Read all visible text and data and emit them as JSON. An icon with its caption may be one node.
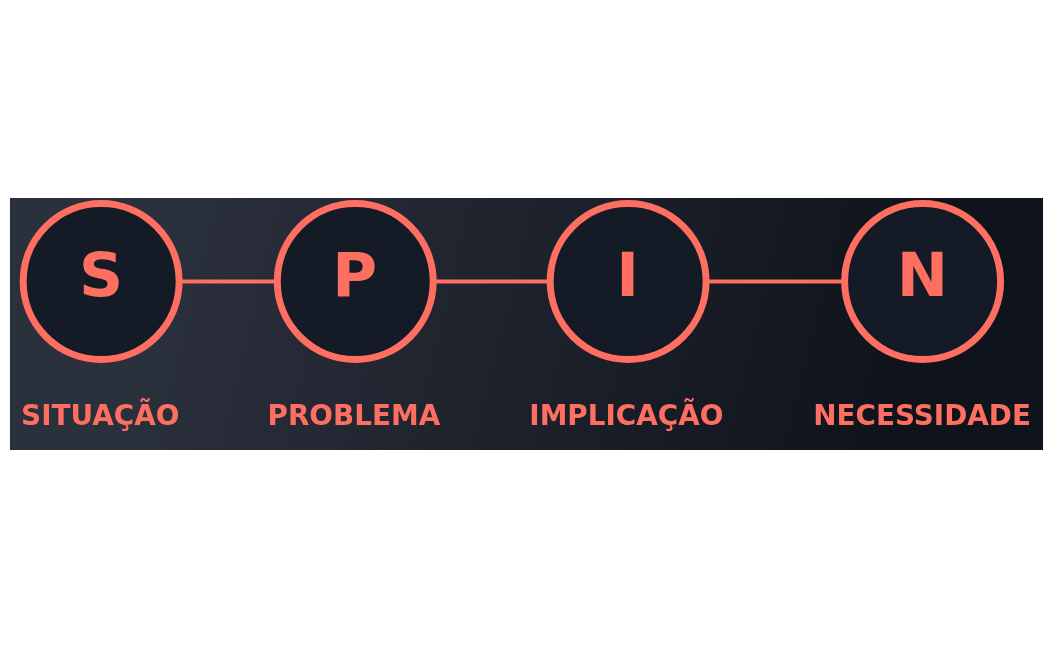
{
  "diagram": {
    "nodes": [
      {
        "text": [
          "S"
        ],
        "beside": [
          "SITUAÇÃO"
        ]
      },
      {
        "text": [
          "P"
        ],
        "beside": [
          "PROBLEMA"
        ]
      },
      {
        "text": [
          "I"
        ],
        "beside": [
          "IMPLICAÇÃO"
        ]
      },
      {
        "text": [
          "N"
        ],
        "beside": [
          "NECESSIDADE"
        ]
      }
    ],
    "edges": [
      {
        "from": 0,
        "to": 1,
        "arrow": "none"
      },
      {
        "from": 1,
        "to": 2,
        "arrow": "none"
      },
      {
        "from": 2,
        "to": 3,
        "arrow": "none"
      }
    ]
  }
}
